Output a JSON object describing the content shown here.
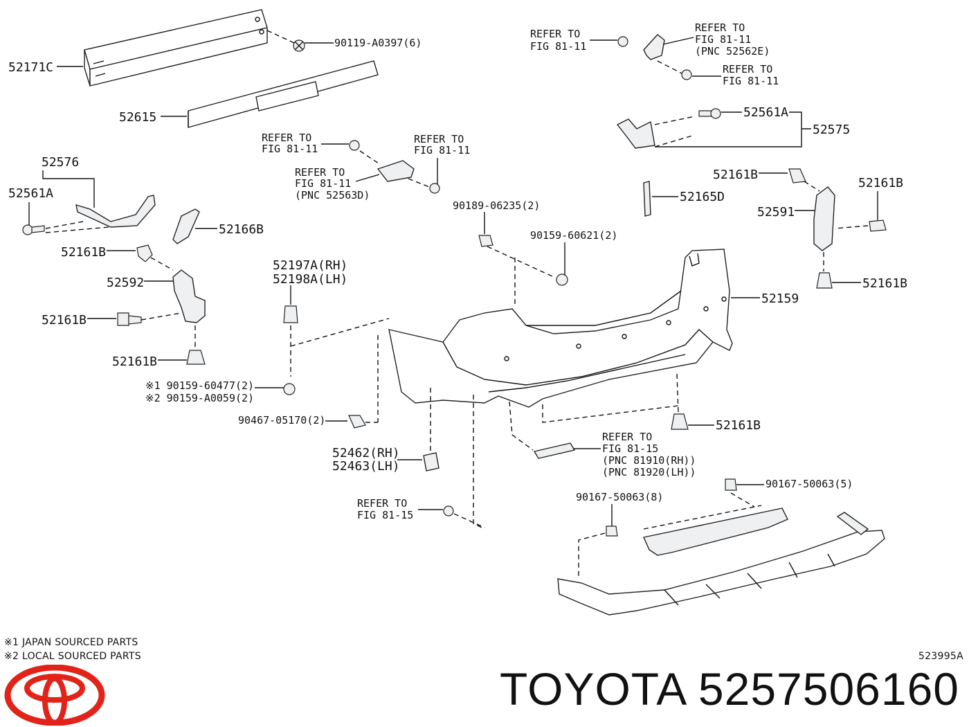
{
  "labels": {
    "p52171C": "52171C",
    "p90119": "90119-A0397(6)",
    "p52615": "52615",
    "refA1": "REFER TO",
    "refA2": "FIG 81-11",
    "refB1": "REFER TO",
    "refB2": "FIG 81-11",
    "refB3": "(PNC 52562E)",
    "refC1": "REFER TO",
    "refC2": "FIG 81-11",
    "p52561A_r": "52561A",
    "p52575": "52575",
    "refD1": "REFER TO",
    "refD2": "FIG 81-11",
    "refE1": "REFER TO",
    "refE2": "FIG 81-11",
    "refF1": "REFER TO",
    "refF2": "FIG 81-11",
    "refF3": "(PNC 52563D)",
    "p52576": "52576",
    "p52561A_l": "52561A",
    "p52166B": "52166B",
    "p52161B_1": "52161B",
    "p52592": "52592",
    "p52161B_2": "52161B",
    "p52161B_3": "52161B",
    "p52197A": "52197A(RH)",
    "p52198A": "52198A(LH)",
    "p90189": "90189-06235(2)",
    "p90159_60621": "90159-60621(2)",
    "p52165D": "52165D",
    "p52161B_4": "52161B",
    "p52161B_5": "52161B",
    "p52591": "52591",
    "p52161B_6": "52161B",
    "p52159": "52159",
    "p90159_60477": "※1 90159-60477(2)",
    "p90159_A0059": "※2 90159-A0059(2)",
    "p90467": "90467-05170(2)",
    "p52161B_7": "52161B",
    "refG1": "REFER TO",
    "refG2": "FIG 81-15",
    "refG3": "(PNC 81910(RH))",
    "refG4": "(PNC 81920(LH))",
    "p52462": "52462(RH)",
    "p52463": "52463(LH)",
    "p90167_5": "90167-50063(5)",
    "p90167_8": "90167-50063(8)",
    "refH1": "REFER TO",
    "refH2": "FIG 81-15"
  },
  "notes": {
    "note1": "※1 JAPAN SOURCED PARTS",
    "note2": "※2 LOCAL SOURCED PARTS",
    "diagram_code": "523995A"
  },
  "brand": {
    "logo_icon": "toyota-logo-icon",
    "logo_color": "#e2231a",
    "text": "TOYOTA 5257506160"
  }
}
